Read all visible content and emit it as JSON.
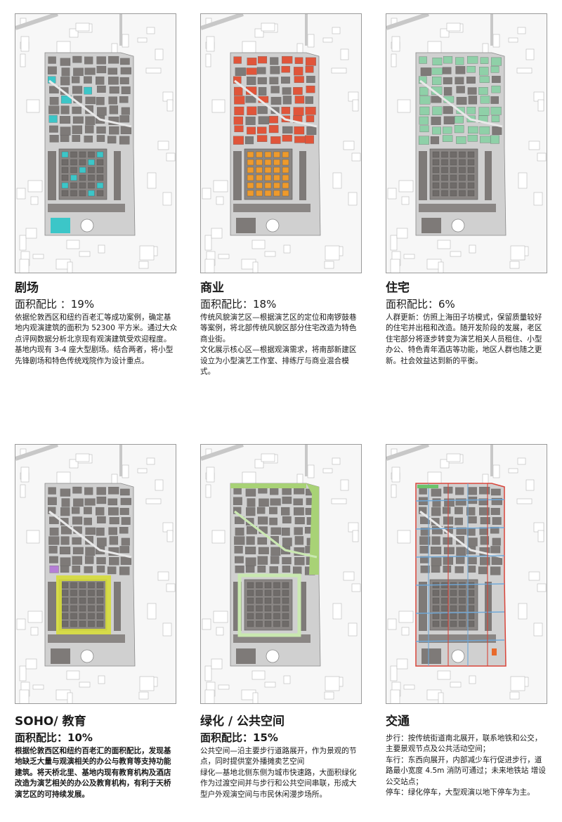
{
  "panels": [
    {
      "id": "theater",
      "title": "剧场",
      "ratio": "面积配比 ：19%",
      "desc": [
        "依据伦敦西区和纽约百老汇等成功案例，确定基地内观演建筑的面积为 52300 平方米。通过大众点评网数据分析北京现有观演建筑受欢迎程度。基地内现有 3-4 座大型剧场。结合两者，将小型先锋剧场和特色传统戏院作为设计重点。"
      ],
      "highlight_color": "#3cc6c8"
    },
    {
      "id": "commerce",
      "title": "商业",
      "ratio": "面积配比：18%",
      "desc": [
        "传统风貌演艺区—根据演艺区的定位和南锣鼓巷等案例，将北部传统风貌区部分住宅改造为特色商业街。",
        "文化展示核心区—根据观演需求，将南部新建区设立为小型演艺工作室、排练厅与商业混合模式。"
      ],
      "highlight_color": "#e0553a",
      "secondary_color": "#ee9a2c"
    },
    {
      "id": "residential",
      "title": "住宅",
      "ratio": "面积配比：6%",
      "desc": [
        "人群更新：仿照上海田子坊模式，保留质量较好的住宅并出租和改造。随开发阶段的发展，老区住宅部分将逐步转变为演艺相关人员租住、小型办公、特色青年酒店等功能，地区人群也随之更新。社会效益达到新的平衡。"
      ],
      "highlight_color": "#8fd0a8"
    },
    {
      "id": "soho",
      "title": "SOHO/ 教育",
      "ratio": "面积配比：10%",
      "desc": [
        "根据伦敦西区和纽约百老汇的面积配比，发现基地缺乏大量与观演相关的办公与教育等支持功能建筑。将天桥北里、基地内现有教育机构及酒店改造为演艺相关的办公及教育机构，有利于天桥演艺区的可持续发展。"
      ],
      "highlight_color": "#d6dc3a",
      "secondary_color": "#b57ed6"
    },
    {
      "id": "green",
      "title": "绿化 / 公共空间",
      "ratio": "面积配比：15%",
      "desc": [
        "公共空间—沿主要步行道路展开，作为景观的节点，同时提供室外播摊卖艺空间",
        "绿化—基地北侧东侧为城市快速路，大面积绿化作为过渡空间并与步行和公共空间串联，形成大型户外观演空间与市民休闲漫步场所。"
      ],
      "highlight_color": "#a8d276",
      "secondary_color": "#c9e8b0"
    },
    {
      "id": "traffic",
      "title": "交通",
      "ratio": "",
      "desc": [
        "步行：按传统街道南北展开，联系地铁和公交，主要景观节点及公共活动空间；",
        "车行：东西向展开，内部减少车行促进步行，道路最小宽度 4.5m 消防可通过；未来地铁站 增设公交站点；",
        "停车：绿化停车，大型观演以地下停车为主。"
      ],
      "highlight_color": "#6fa8d8",
      "secondary_color": "#d9453a"
    }
  ]
}
